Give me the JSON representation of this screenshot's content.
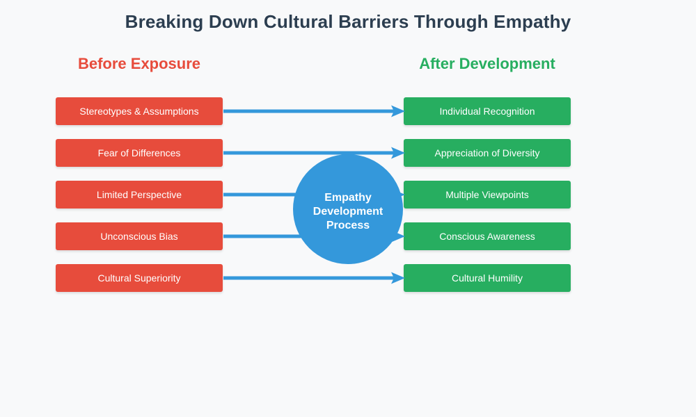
{
  "title": "Breaking Down Cultural Barriers Through Empathy",
  "columns": {
    "before": "Before Exposure",
    "after": "After Development"
  },
  "center_label": "Empathy Development Process",
  "rows": [
    {
      "before": "Stereotypes & Assumptions",
      "after": "Individual Recognition"
    },
    {
      "before": "Fear of Differences",
      "after": "Appreciation of Diversity"
    },
    {
      "before": "Limited Perspective",
      "after": "Multiple Viewpoints"
    },
    {
      "before": "Unconscious Bias",
      "after": "Conscious Awareness"
    },
    {
      "before": "Cultural Superiority",
      "after": "Cultural Humility"
    }
  ],
  "colors": {
    "background": "#f8f9fa",
    "title_text": "#2c3e50",
    "before": "#e74c3c",
    "after": "#27ae60",
    "arrow": "#3498db",
    "circle": "#3498db",
    "box_text": "#ffffff"
  }
}
